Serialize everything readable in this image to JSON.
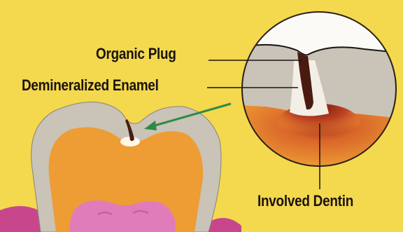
{
  "labels": {
    "organic_plug": "Organic Plug",
    "demineralized_enamel": "Demineralized Enamel",
    "involved_dentin": "Involved Dentin"
  },
  "colors": {
    "background": "#f4d84e",
    "enamel": "#c8c3b8",
    "dentin": "#ec9a32",
    "pulp": "#e27ab8",
    "gum": "#c84a8e",
    "arrow": "#2f8a47",
    "plug": "#4a1a10"
  }
}
